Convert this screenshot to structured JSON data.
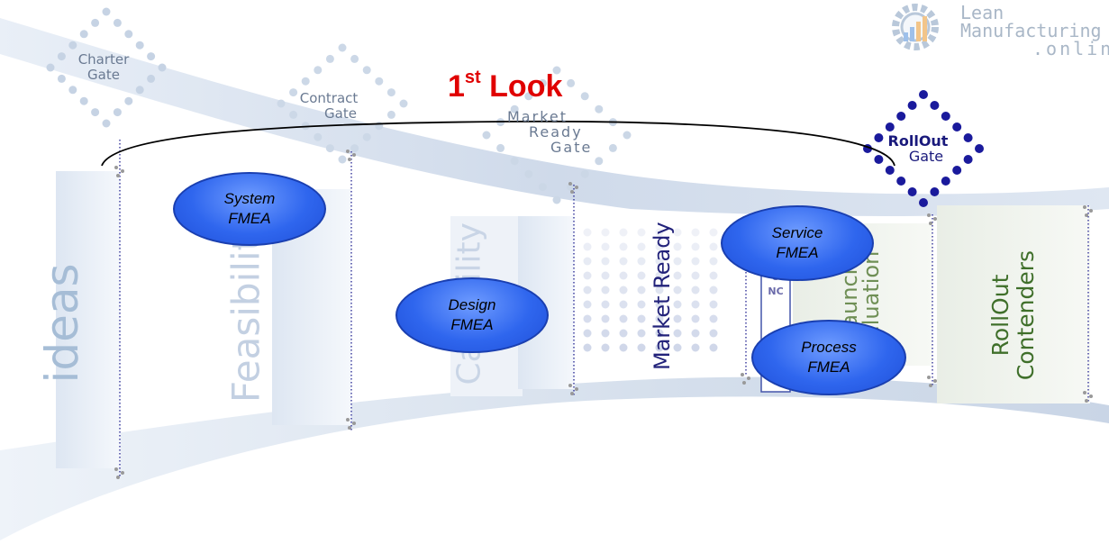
{
  "title": {
    "main": "1",
    "sup": "st",
    "rest": " Look"
  },
  "phases": [
    "ideas",
    "Feasibilit",
    "Capability",
    "Market Ready",
    "UNC",
    "t Launch Evaluation",
    "RollOut Contenders"
  ],
  "gates": [
    {
      "line1": "Charter",
      "line2": "Gate"
    },
    {
      "line1": "Contract",
      "line2": "Gate"
    },
    {
      "line1": "Market",
      "line2": "Ready",
      "line3": "Gate"
    },
    {
      "line1": "RollOut",
      "line2": "Gate"
    }
  ],
  "fmea": [
    {
      "line1": "System",
      "line2": "FMEA"
    },
    {
      "line1": "Design",
      "line2": "FMEA"
    },
    {
      "line1": "Service",
      "line2": "FMEA"
    },
    {
      "line1": "Process",
      "line2": "FMEA"
    }
  ],
  "logo": {
    "line1": "Lean",
    "line2": "Manufacturing",
    "line3": ".online"
  },
  "colors": {
    "title": "#e00000",
    "fmea": "#2f66ee",
    "gate_rollout": "#1a1a9c",
    "phase_faint": "#c3d0e2",
    "rollout_text": "#3f6f2a"
  }
}
